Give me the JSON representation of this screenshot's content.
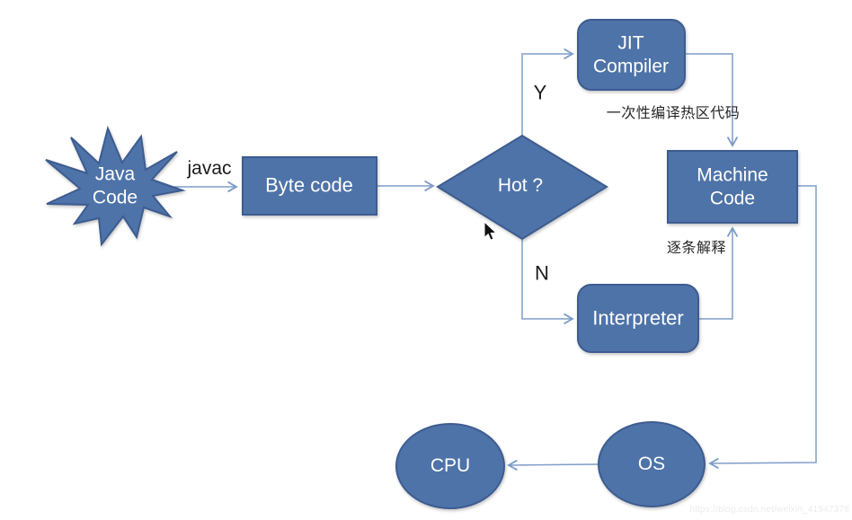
{
  "diagram": {
    "description": "JVM execution flowchart",
    "background": "#ffffff",
    "colors": {
      "node_fill": "#4e73a8",
      "node_border": "#3d5c90",
      "connector": "#7f9dc9",
      "node_text": "#ffffff",
      "edge_text": "#1b1b1b",
      "watermark_text": "#ececec"
    },
    "nodes": {
      "java_code": {
        "label": "Java\nCode",
        "shape": "explosion"
      },
      "byte_code": {
        "label": "Byte code",
        "shape": "rectangle"
      },
      "hot": {
        "label": "Hot ?",
        "shape": "diamond"
      },
      "jit_compiler": {
        "label": "JIT\nCompiler",
        "shape": "rounded-rectangle"
      },
      "machine_code": {
        "label": "Machine\nCode",
        "shape": "rectangle"
      },
      "interpreter": {
        "label": "Interpreter",
        "shape": "rounded-rectangle"
      },
      "os": {
        "label": "OS",
        "shape": "ellipse"
      },
      "cpu": {
        "label": "CPU",
        "shape": "ellipse"
      }
    },
    "edges": {
      "javac_label": "javac",
      "hot_yes_label": "Y",
      "hot_no_label": "N",
      "jit_to_machine_label": "一次性编译热区代码",
      "interpreter_to_machine_label": "逐条解释"
    },
    "watermark": "https://blog.csdn.net/weixin_41947378"
  }
}
